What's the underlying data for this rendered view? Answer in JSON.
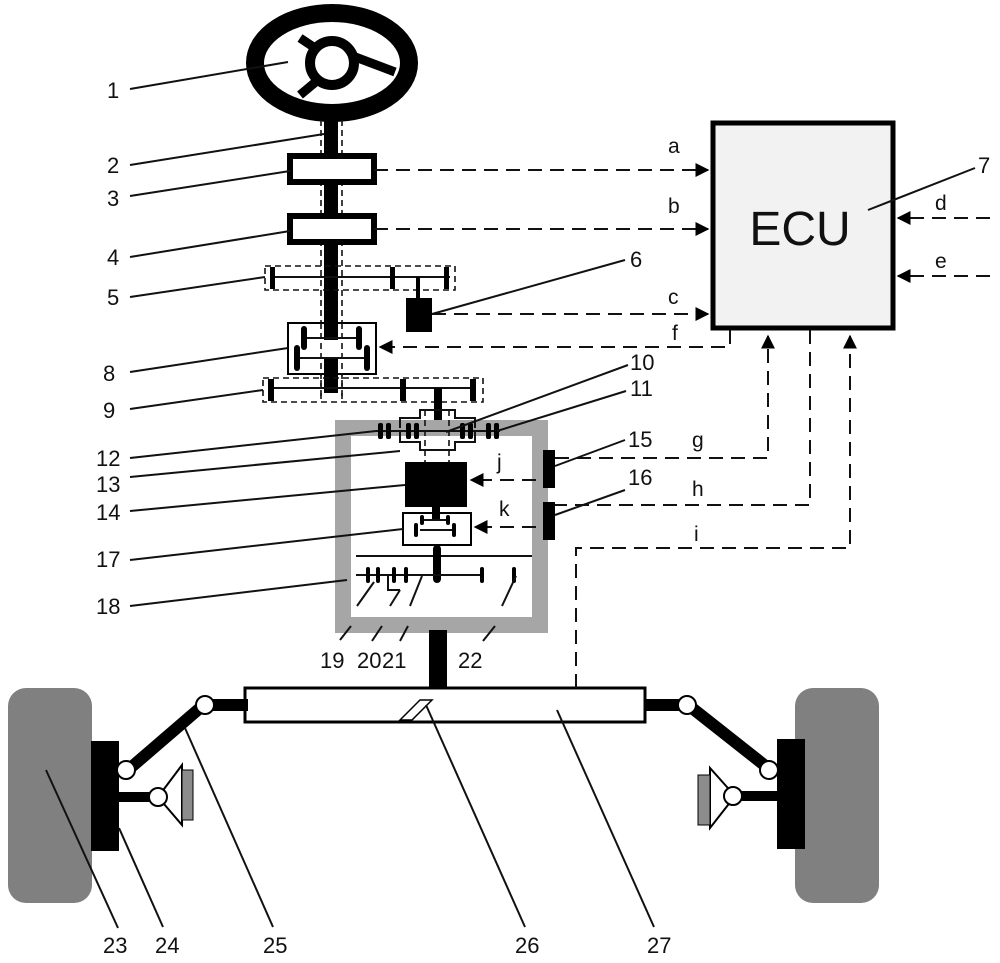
{
  "diagram": {
    "title": "Steer-by-wire steering system with ECU",
    "ecu_label": "ECU",
    "component_labels": [
      "1",
      "2",
      "3",
      "4",
      "5",
      "6",
      "7",
      "8",
      "9",
      "10",
      "11",
      "12",
      "13",
      "14",
      "15",
      "16",
      "17",
      "18",
      "19",
      "20",
      "21",
      "22",
      "23",
      "24",
      "25",
      "26",
      "27"
    ],
    "signal_labels": {
      "a": "a",
      "b": "b",
      "c": "c",
      "d": "d",
      "e": "e",
      "f": "f",
      "g": "g",
      "h": "h",
      "i": "i",
      "j": "j",
      "k": "k"
    },
    "colors": {
      "ink": "#000000",
      "housing": "#a6a6a6",
      "tire": "#808080",
      "ecu_fill": "#f2f2f2",
      "brake_pad": "#8c8c8c"
    }
  }
}
